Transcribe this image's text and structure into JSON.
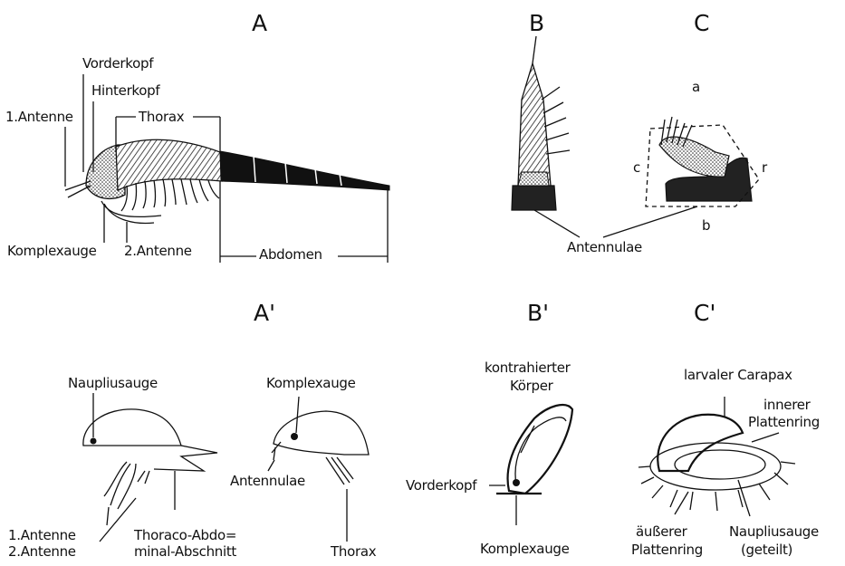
{
  "panels": {
    "a": "A",
    "b": "B",
    "c": "C",
    "a_prime": "A'",
    "b_prime": "B'",
    "c_prime": "C'"
  },
  "labels_a": {
    "vorderkopf": "Vorderkopf",
    "hinterkopf": "Hinterkopf",
    "antenne1": "1.Antenne",
    "thorax": "Thorax",
    "komplexauge": "Komplexauge",
    "antenne2": "2.Antenne",
    "abdomen": "Abdomen"
  },
  "labels_bc": {
    "a": "a",
    "c": "c",
    "r": "r",
    "b": "b",
    "antennulae": "Antennulae"
  },
  "labels_a_prime": {
    "naupliusauge": "Naupliusauge",
    "komplexauge": "Komplexauge",
    "antennulae": "Antennulae",
    "antenne1": "1.Antenne",
    "antenne2": "2.Antenne",
    "thoraco1": "Thoraco-Abdo=",
    "thoraco2": "minal-Abschnitt",
    "thorax": "Thorax"
  },
  "labels_b_prime": {
    "kontr1": "kontrahierter",
    "kontr2": "Körper",
    "vorderkopf": "Vorderkopf",
    "komplexauge": "Komplexauge"
  },
  "labels_c_prime": {
    "carapax": "larvaler Carapax",
    "innerer1": "innerer",
    "innerer2": "Plattenring",
    "aeusserer1": "äußerer",
    "aeusserer2": "Plattenring",
    "nauplius1": "Naupliusauge",
    "nauplius2": "(geteilt)"
  }
}
